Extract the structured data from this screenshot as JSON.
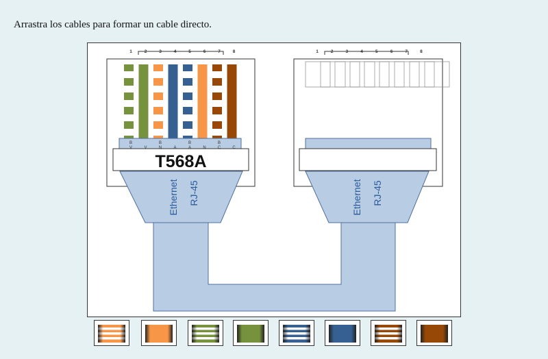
{
  "instruction": "Arrastra los cables para formar un cable directo.",
  "standard_label": "T568A",
  "cable_text_line1": "Ethernet",
  "cable_text_line2": "RJ-45",
  "pin_numbers": [
    "1",
    "2",
    "3",
    "4",
    "5",
    "6",
    "7",
    "8"
  ],
  "pin_codes_top": [
    "B",
    "",
    "B",
    "",
    "B",
    "",
    "B",
    ""
  ],
  "pin_codes_bottom": [
    "V",
    "V",
    "N",
    "A",
    "A",
    "N",
    "C",
    "C"
  ],
  "colors": {
    "green": "#76923c",
    "orange": "#f79646",
    "blue": "#366092",
    "brown": "#974806",
    "connector_fill": "#b8cce4",
    "connector_stroke": "#4f6f9f",
    "text_blue": "#2a5a9a"
  },
  "left_wires": [
    {
      "color": "green",
      "striped": true
    },
    {
      "color": "green",
      "striped": false
    },
    {
      "color": "orange",
      "striped": true
    },
    {
      "color": "blue",
      "striped": false
    },
    {
      "color": "blue",
      "striped": true
    },
    {
      "color": "orange",
      "striped": false
    },
    {
      "color": "brown",
      "striped": true
    },
    {
      "color": "brown",
      "striped": false
    }
  ],
  "palette": [
    {
      "name": "cable-orange-striped",
      "color": "orange",
      "striped": true
    },
    {
      "name": "cable-orange-solid",
      "color": "orange",
      "striped": false
    },
    {
      "name": "cable-green-striped",
      "color": "green",
      "striped": true
    },
    {
      "name": "cable-green-solid",
      "color": "green",
      "striped": false
    },
    {
      "name": "cable-blue-striped",
      "color": "blue",
      "striped": true
    },
    {
      "name": "cable-blue-solid",
      "color": "blue",
      "striped": false
    },
    {
      "name": "cable-brown-striped",
      "color": "brown",
      "striped": true
    },
    {
      "name": "cable-brown-solid",
      "color": "brown",
      "striped": false
    }
  ]
}
